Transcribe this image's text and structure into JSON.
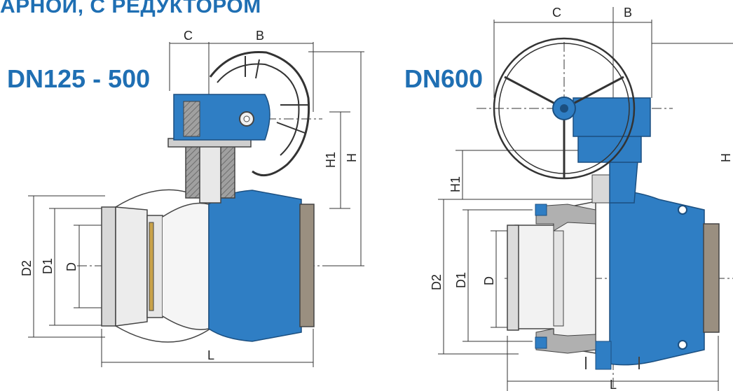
{
  "title": "АРНОЙ, С РЕДУКТОРОМ",
  "left": {
    "heading": "DN125 - 500",
    "dims": {
      "C": "C",
      "B": "B",
      "H": "H",
      "H1": "H1",
      "D2": "D2",
      "D1": "D1",
      "D": "D",
      "L": "L"
    }
  },
  "right": {
    "heading": "DN600",
    "dims": {
      "C": "C",
      "B": "B",
      "H": "H",
      "H1": "H1",
      "D2": "D2",
      "D1": "D1",
      "D": "D",
      "L": "L"
    }
  },
  "colors": {
    "blue": "#1f6fb3",
    "body": "#2f7ec4",
    "grey": "#8c8c8c",
    "steel": "#c8c8c8",
    "flange": "#9a8f80"
  }
}
